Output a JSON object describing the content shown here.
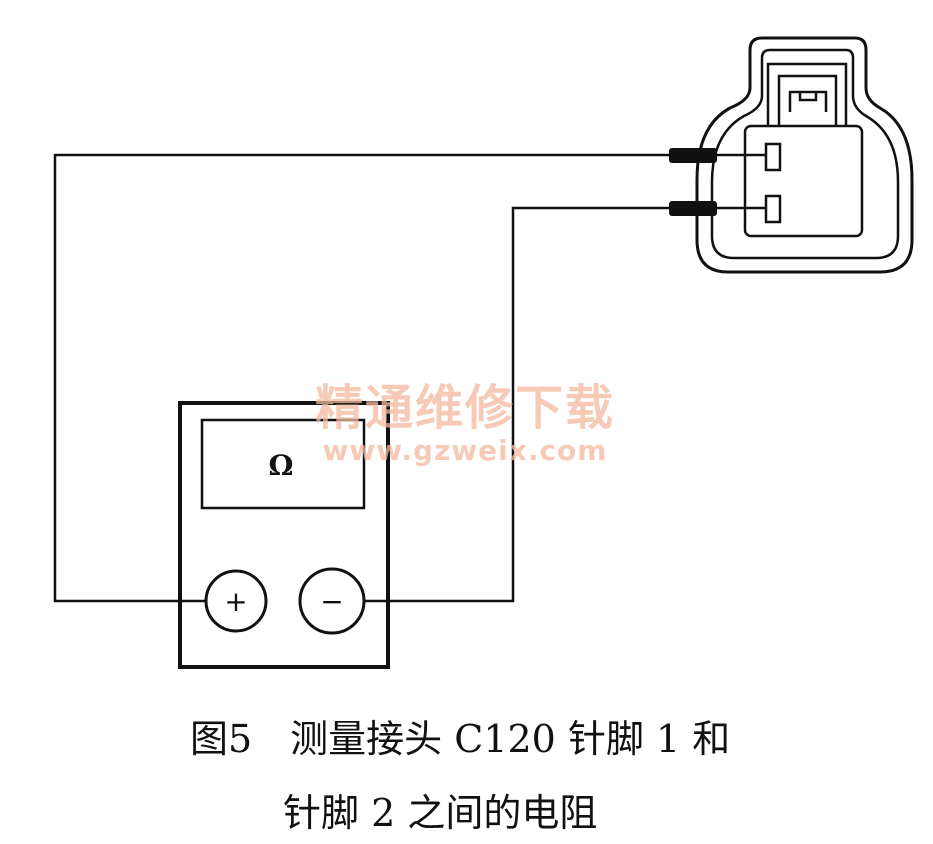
{
  "meter": {
    "display_symbol": "Ω",
    "positive_terminal": "+",
    "negative_terminal": "−"
  },
  "watermark": {
    "title": "精通维修下载",
    "url": "www.gzweix.com"
  },
  "caption": {
    "line1": "图5　测量接头 C120 针脚 1 和",
    "line2": "针脚 2 之间的电阻"
  },
  "colors": {
    "ink": "#111111",
    "watermark": "#f3b9a0",
    "background": "#ffffff"
  }
}
